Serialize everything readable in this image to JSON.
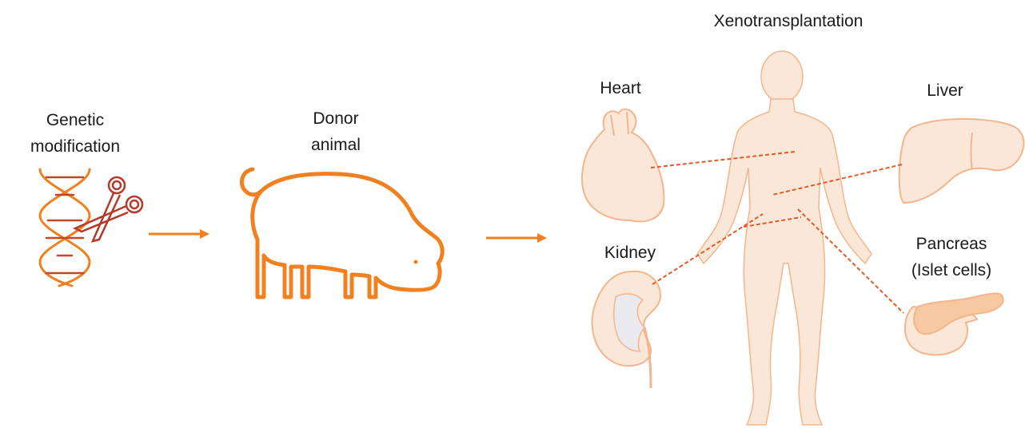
{
  "title": "Xenotransplantation",
  "steps": {
    "genetic": {
      "line1": "Genetic",
      "line2": "modification"
    },
    "donor": {
      "line1": "Donor",
      "line2": "animal"
    }
  },
  "organs": {
    "heart": "Heart",
    "liver": "Liver",
    "kidney": "Kidney",
    "pancreas": {
      "line1": "Pancreas",
      "line2": "(Islet cells)"
    }
  },
  "colors": {
    "accent": "#f08020",
    "organ_fill": "#fbe7d8",
    "organ_stroke": "#f2b58e",
    "dna_red": "#c0482a",
    "scissors": "#b23a2a",
    "connector": "#e05a28",
    "text": "#1a1a1a"
  },
  "icons": [
    "dna-icon",
    "scissors-icon",
    "pig-icon",
    "arrow-icon",
    "human-body-icon",
    "heart-icon",
    "liver-icon",
    "kidney-icon",
    "pancreas-icon"
  ]
}
